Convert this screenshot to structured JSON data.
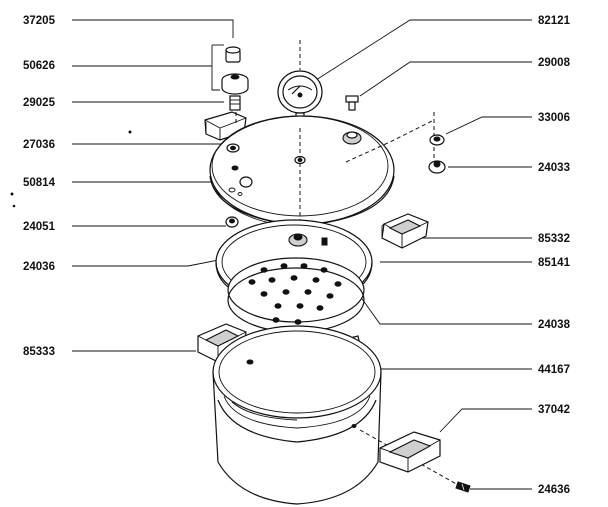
{
  "diagram": {
    "parts": [
      {
        "id": "p37205",
        "number": "37205"
      },
      {
        "id": "p50626",
        "number": "50626"
      },
      {
        "id": "p29025",
        "number": "29025"
      },
      {
        "id": "p27036",
        "number": "27036"
      },
      {
        "id": "p50814",
        "number": "50814"
      },
      {
        "id": "p24051",
        "number": "24051"
      },
      {
        "id": "p24036",
        "number": "24036"
      },
      {
        "id": "p85333",
        "number": "85333"
      },
      {
        "id": "p82121",
        "number": "82121"
      },
      {
        "id": "p29008",
        "number": "29008"
      },
      {
        "id": "p33006",
        "number": "33006"
      },
      {
        "id": "p24033",
        "number": "24033"
      },
      {
        "id": "p85332",
        "number": "85332"
      },
      {
        "id": "p85141",
        "number": "85141"
      },
      {
        "id": "p24038",
        "number": "24038"
      },
      {
        "id": "p44167",
        "number": "44167"
      },
      {
        "id": "p37042",
        "number": "37042"
      },
      {
        "id": "p24636",
        "number": "24636"
      }
    ]
  }
}
